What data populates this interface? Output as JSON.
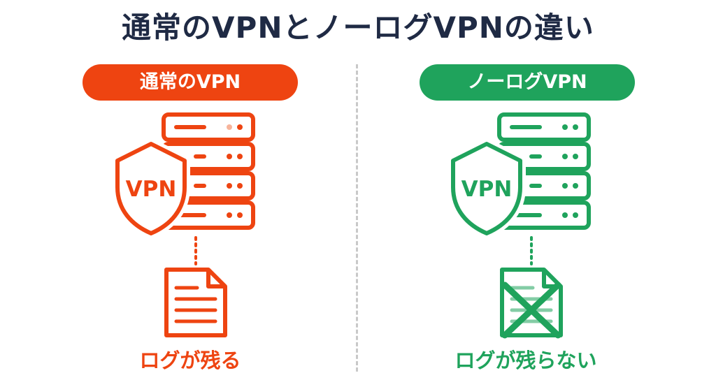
{
  "title": "通常のVPNとノーログVPNの違い",
  "colors": {
    "title": "#1f2a44",
    "normal": "#ee4411",
    "nolog": "#1fa35c",
    "divider": "#c9c9c9"
  },
  "left": {
    "header": "通常のVPN",
    "shield_text": "VPN",
    "caption": "ログが残る",
    "icons": [
      "server-stack-icon",
      "shield-icon",
      "document-icon"
    ]
  },
  "right": {
    "header": "ノーログVPN",
    "shield_text": "VPN",
    "caption": "ログが残らない",
    "icons": [
      "server-stack-icon",
      "shield-icon",
      "document-crossed-icon"
    ]
  }
}
